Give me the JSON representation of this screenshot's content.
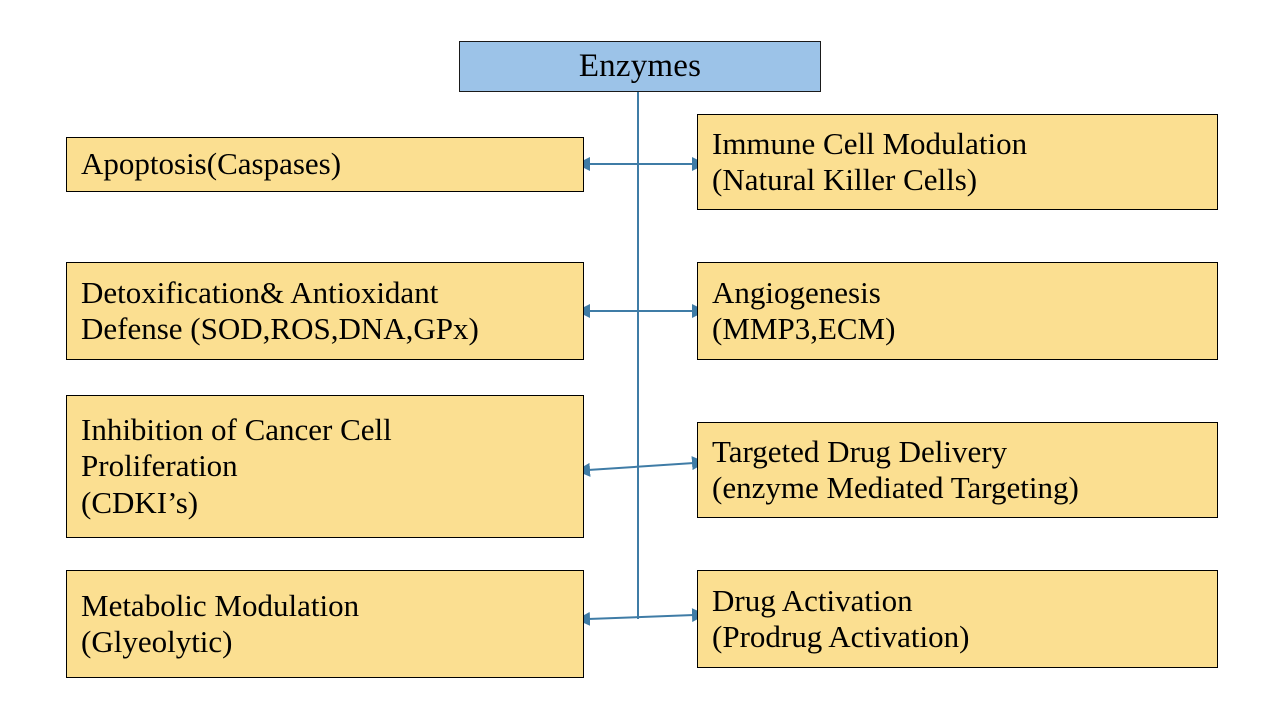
{
  "diagram": {
    "title": "Enzymes",
    "root": {
      "label": "Enzymes",
      "fill": "#9CC3E8",
      "border": "#1A1A1A"
    },
    "leaf_style": {
      "fill": "#FBDF91",
      "border": "#000000"
    },
    "connector_style": {
      "color": "#3F7CA6",
      "stem_color": "#3F7CA6",
      "arrowheads": "both"
    },
    "left_nodes": [
      {
        "name": "apoptosis",
        "lines": [
          "Apoptosis(Caspases)"
        ]
      },
      {
        "name": "detoxification",
        "lines": [
          "Detoxification& Antioxidant",
          "Defense (SOD,ROS,DNA,GPx)"
        ]
      },
      {
        "name": "inhibition-proliferation",
        "lines": [
          "Inhibition of Cancer Cell",
          "Proliferation",
          "(CDKI’s)"
        ]
      },
      {
        "name": "metabolic-modulation",
        "lines": [
          "Metabolic Modulation",
          "(Glyeolytic)"
        ]
      }
    ],
    "right_nodes": [
      {
        "name": "immune-cell-modulation",
        "lines": [
          "Immune Cell Modulation",
          "(Natural Killer Cells)"
        ]
      },
      {
        "name": "angiogenesis",
        "lines": [
          "Angiogenesis",
          "(MMP3,ECM)"
        ]
      },
      {
        "name": "targeted-drug-delivery",
        "lines": [
          "Targeted Drug Delivery",
          "(enzyme Mediated Targeting)"
        ]
      },
      {
        "name": "drug-activation",
        "lines": [
          "Drug Activation",
          "(Prodrug Activation)"
        ]
      }
    ]
  }
}
